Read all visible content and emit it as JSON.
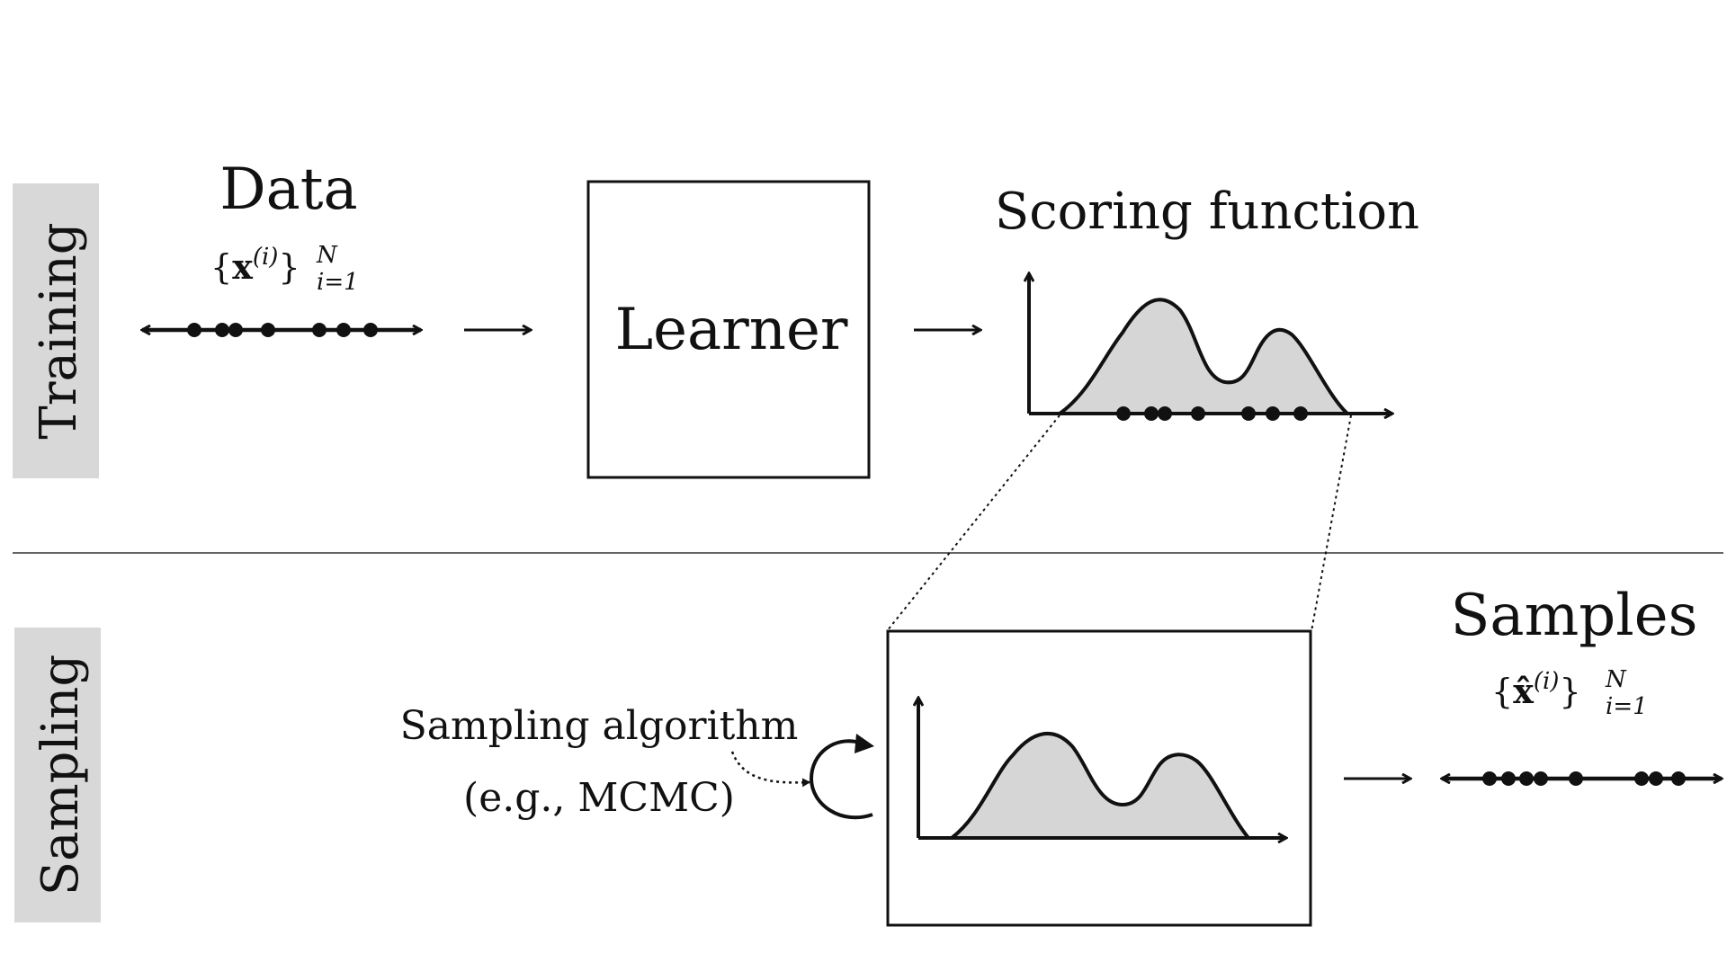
{
  "sections": {
    "training_label": "Training",
    "sampling_label": "Sampling"
  },
  "training": {
    "data_title": "Data",
    "data_set": {
      "open": "{",
      "symbol": "x",
      "superscript": "(i)",
      "close": "}",
      "upper_limit": "N",
      "lower_limit": "i=1"
    },
    "learner_label": "Learner",
    "scoring_title": "Scoring function"
  },
  "sampling": {
    "algorithm_line1": "Sampling algorithm",
    "algorithm_line2": "(e.g., MCMC)",
    "samples_title": "Samples",
    "samples_set": {
      "open": "{",
      "symbol": "x̂",
      "superscript": "(i)",
      "close": "}",
      "upper_limit": "N",
      "lower_limit": "i=1"
    }
  },
  "colors": {
    "section_band": "#d8d8d8",
    "density_fill": "#d6d6d6",
    "ink": "#111111"
  }
}
